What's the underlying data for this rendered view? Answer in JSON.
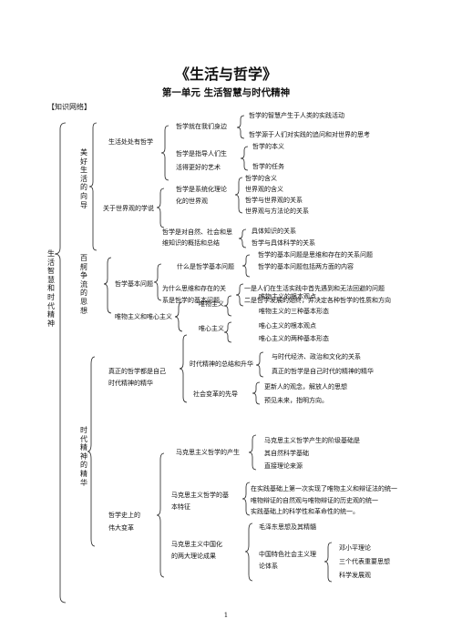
{
  "title": "《生活与哲学》",
  "subtitle": "第一单元  生活智慧与时代精神",
  "section_label": "【知识网络】",
  "root": "生活智慧和时代精神",
  "sec1": {
    "label": "美好生活的向导",
    "g1": {
      "label": "生活处处有哲学",
      "a": {
        "label": "哲学就在我们身边",
        "items": [
          "哲学的智慧产生于人类的实践活动",
          "哲学源于人们对实践的追问和对世界的思考"
        ]
      },
      "b": {
        "label1": "哲学是指导人们生",
        "label2": "活得更好的艺术",
        "items": [
          "哲学的本义",
          "哲学的任务"
        ]
      }
    },
    "g2": {
      "label": "关于世界观的学说",
      "a": {
        "label1": "哲学是系统化理论",
        "label2": "化的世界观",
        "items": [
          "哲学的含义",
          "世界观的含义",
          "哲学与世界观的关系",
          "世界观与方法论的关系"
        ]
      },
      "b": {
        "label1": "哲学是对自然、社会和思",
        "label2": "维知识的概括和总结",
        "items": [
          "具体知识的关系",
          "哲学与具体科学的关系"
        ]
      }
    }
  },
  "sec2": {
    "label": "百舸争流的思想",
    "g1": {
      "label": "哲学基本问题",
      "a": {
        "label": "什么是哲学基本问题",
        "items": [
          "哲学的基本问题是思维和存在的关系问题",
          "哲学的基本问题包括两方面的内容"
        ]
      },
      "b": {
        "label1": "为什么思维和存在的关",
        "label2": "系是哲学的基本问题",
        "items": [
          "一是人们在生活实践中首先遇到和无法回避的问题",
          "二是哲学发展的始终，并决定各种哲学的性质和方向"
        ]
      }
    },
    "g2": {
      "label": "唯物主义和唯心主义",
      "a": {
        "label": "唯物主义",
        "items": [
          "唯物主义的根本观点",
          "唯物主义的三种基本形态"
        ]
      },
      "b": {
        "label": "唯心主义",
        "items": [
          "唯心主义的根本观点",
          "唯心主义的两种基本形态"
        ]
      }
    }
  },
  "sec3": {
    "label": "时代精神的精华",
    "g1": {
      "label1": "真正的哲学都是自己",
      "label2": "时代精神的精华",
      "a": {
        "label": "时代精神的总结和升华",
        "items": [
          "与时代经济、政治和文化的关系",
          "真正的哲学是自己时代的精神的精华"
        ]
      },
      "b": {
        "label": "社会变革的先导",
        "items": [
          "更新人的观念，解放人的思想",
          "预见未来，指明方向。"
        ]
      }
    },
    "g2": {
      "label1": "哲学史上的",
      "label2": "伟大变革",
      "a": {
        "label": "马克思主义哲学的产生",
        "items": [
          "马克思主义哲学产生的阶级基础是",
          "其自然科学基础",
          "直接理论来源"
        ]
      },
      "b": {
        "label1": "马克思主义哲学的基",
        "label2": "本特征",
        "items": [
          "在实践基础上第一次实现了唯物主义和辩证法的统一",
          "唯物辩证的自然观与唯物辩证的历史观的统一",
          "实践基础上的科学性和革命性的统一。"
        ]
      },
      "c": {
        "label1": "马克思主义中国化",
        "label2": "的两大理论成果",
        "items": [
          "毛泽东思想及其精髓"
        ],
        "d": {
          "label1": "中国特色社会主义理",
          "label2": "论体系",
          "items": [
            "邓小平理论",
            "三个代表重要思想",
            "科学发展观"
          ]
        }
      }
    }
  },
  "page_number": "1"
}
